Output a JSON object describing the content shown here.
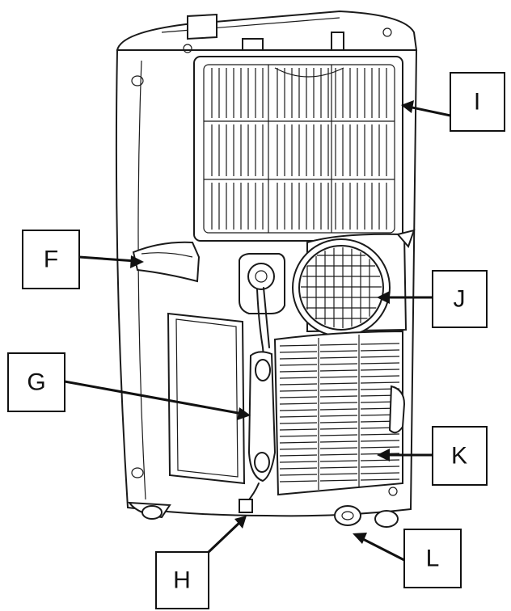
{
  "diagram": {
    "labels": [
      {
        "id": "I",
        "text": "I"
      },
      {
        "id": "F",
        "text": "F"
      },
      {
        "id": "J",
        "text": "J"
      },
      {
        "id": "G",
        "text": "G"
      },
      {
        "id": "K",
        "text": "K"
      },
      {
        "id": "H",
        "text": "H"
      },
      {
        "id": "L",
        "text": "L"
      }
    ]
  }
}
